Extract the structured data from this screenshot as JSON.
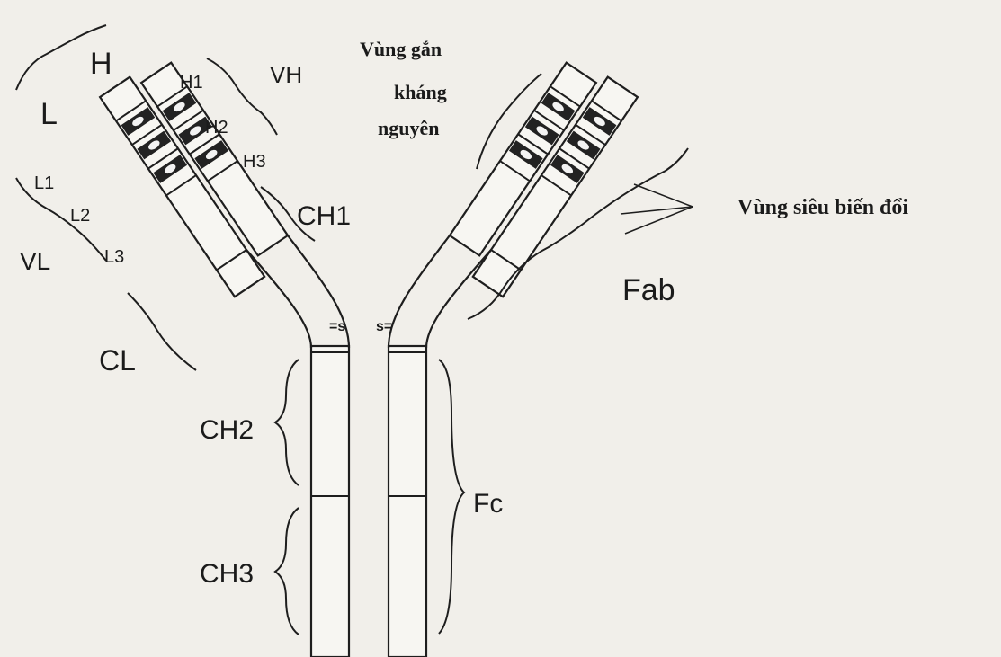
{
  "labels": {
    "heavy_chain": "H",
    "light_chain": "L",
    "h1": "H1",
    "h2": "H2",
    "h3": "H3",
    "vh": "VH",
    "l1": "L1",
    "l2": "L2",
    "l3": "L3",
    "vl": "VL",
    "ch1": "CH1",
    "cl": "CL",
    "ch2": "CH2",
    "ch3": "CH3",
    "fab": "Fab",
    "fc": "Fc",
    "disulfide_left": "=s",
    "disulfide_right": "s="
  },
  "annotations": {
    "antigen_binding_line1": "Vùng gắn",
    "antigen_binding_line2": "kháng",
    "antigen_binding_line3": "nguyên",
    "hypervariable": "Vùng siêu biến đổi"
  },
  "colors": {
    "ink": "#1e1e1e",
    "paper": "#f1efea"
  }
}
